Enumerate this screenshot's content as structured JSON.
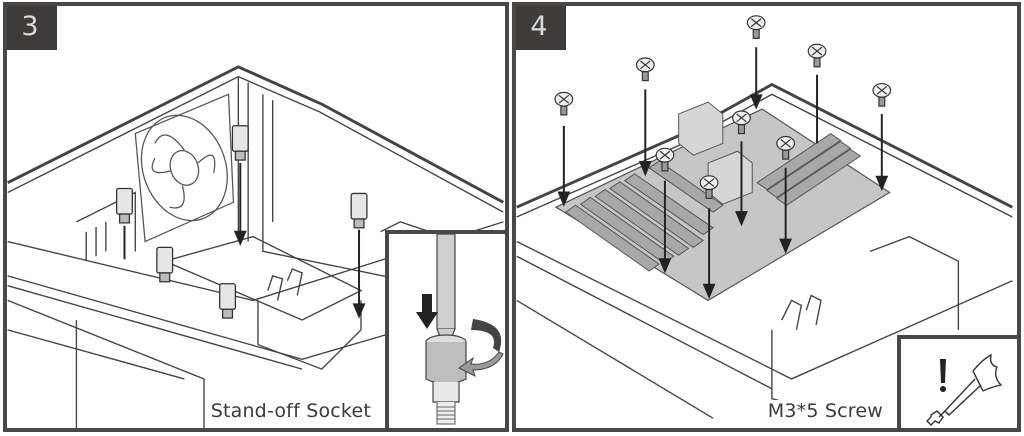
{
  "panels": [
    {
      "step": "3",
      "caption": "Stand-off Socket",
      "inset": {
        "icon": "screwdriver-tightening-standoff-icon"
      }
    },
    {
      "step": "4",
      "caption": "M3*5 Screw",
      "inset": {
        "icon": "caution-screwdriver-icon"
      }
    }
  ],
  "colors": {
    "border": "#4a4847",
    "badge_bg": "#3e3c3b",
    "badge_text": "#d9d9d9",
    "motherboard": "#c8c8c8",
    "line": "#333333"
  }
}
